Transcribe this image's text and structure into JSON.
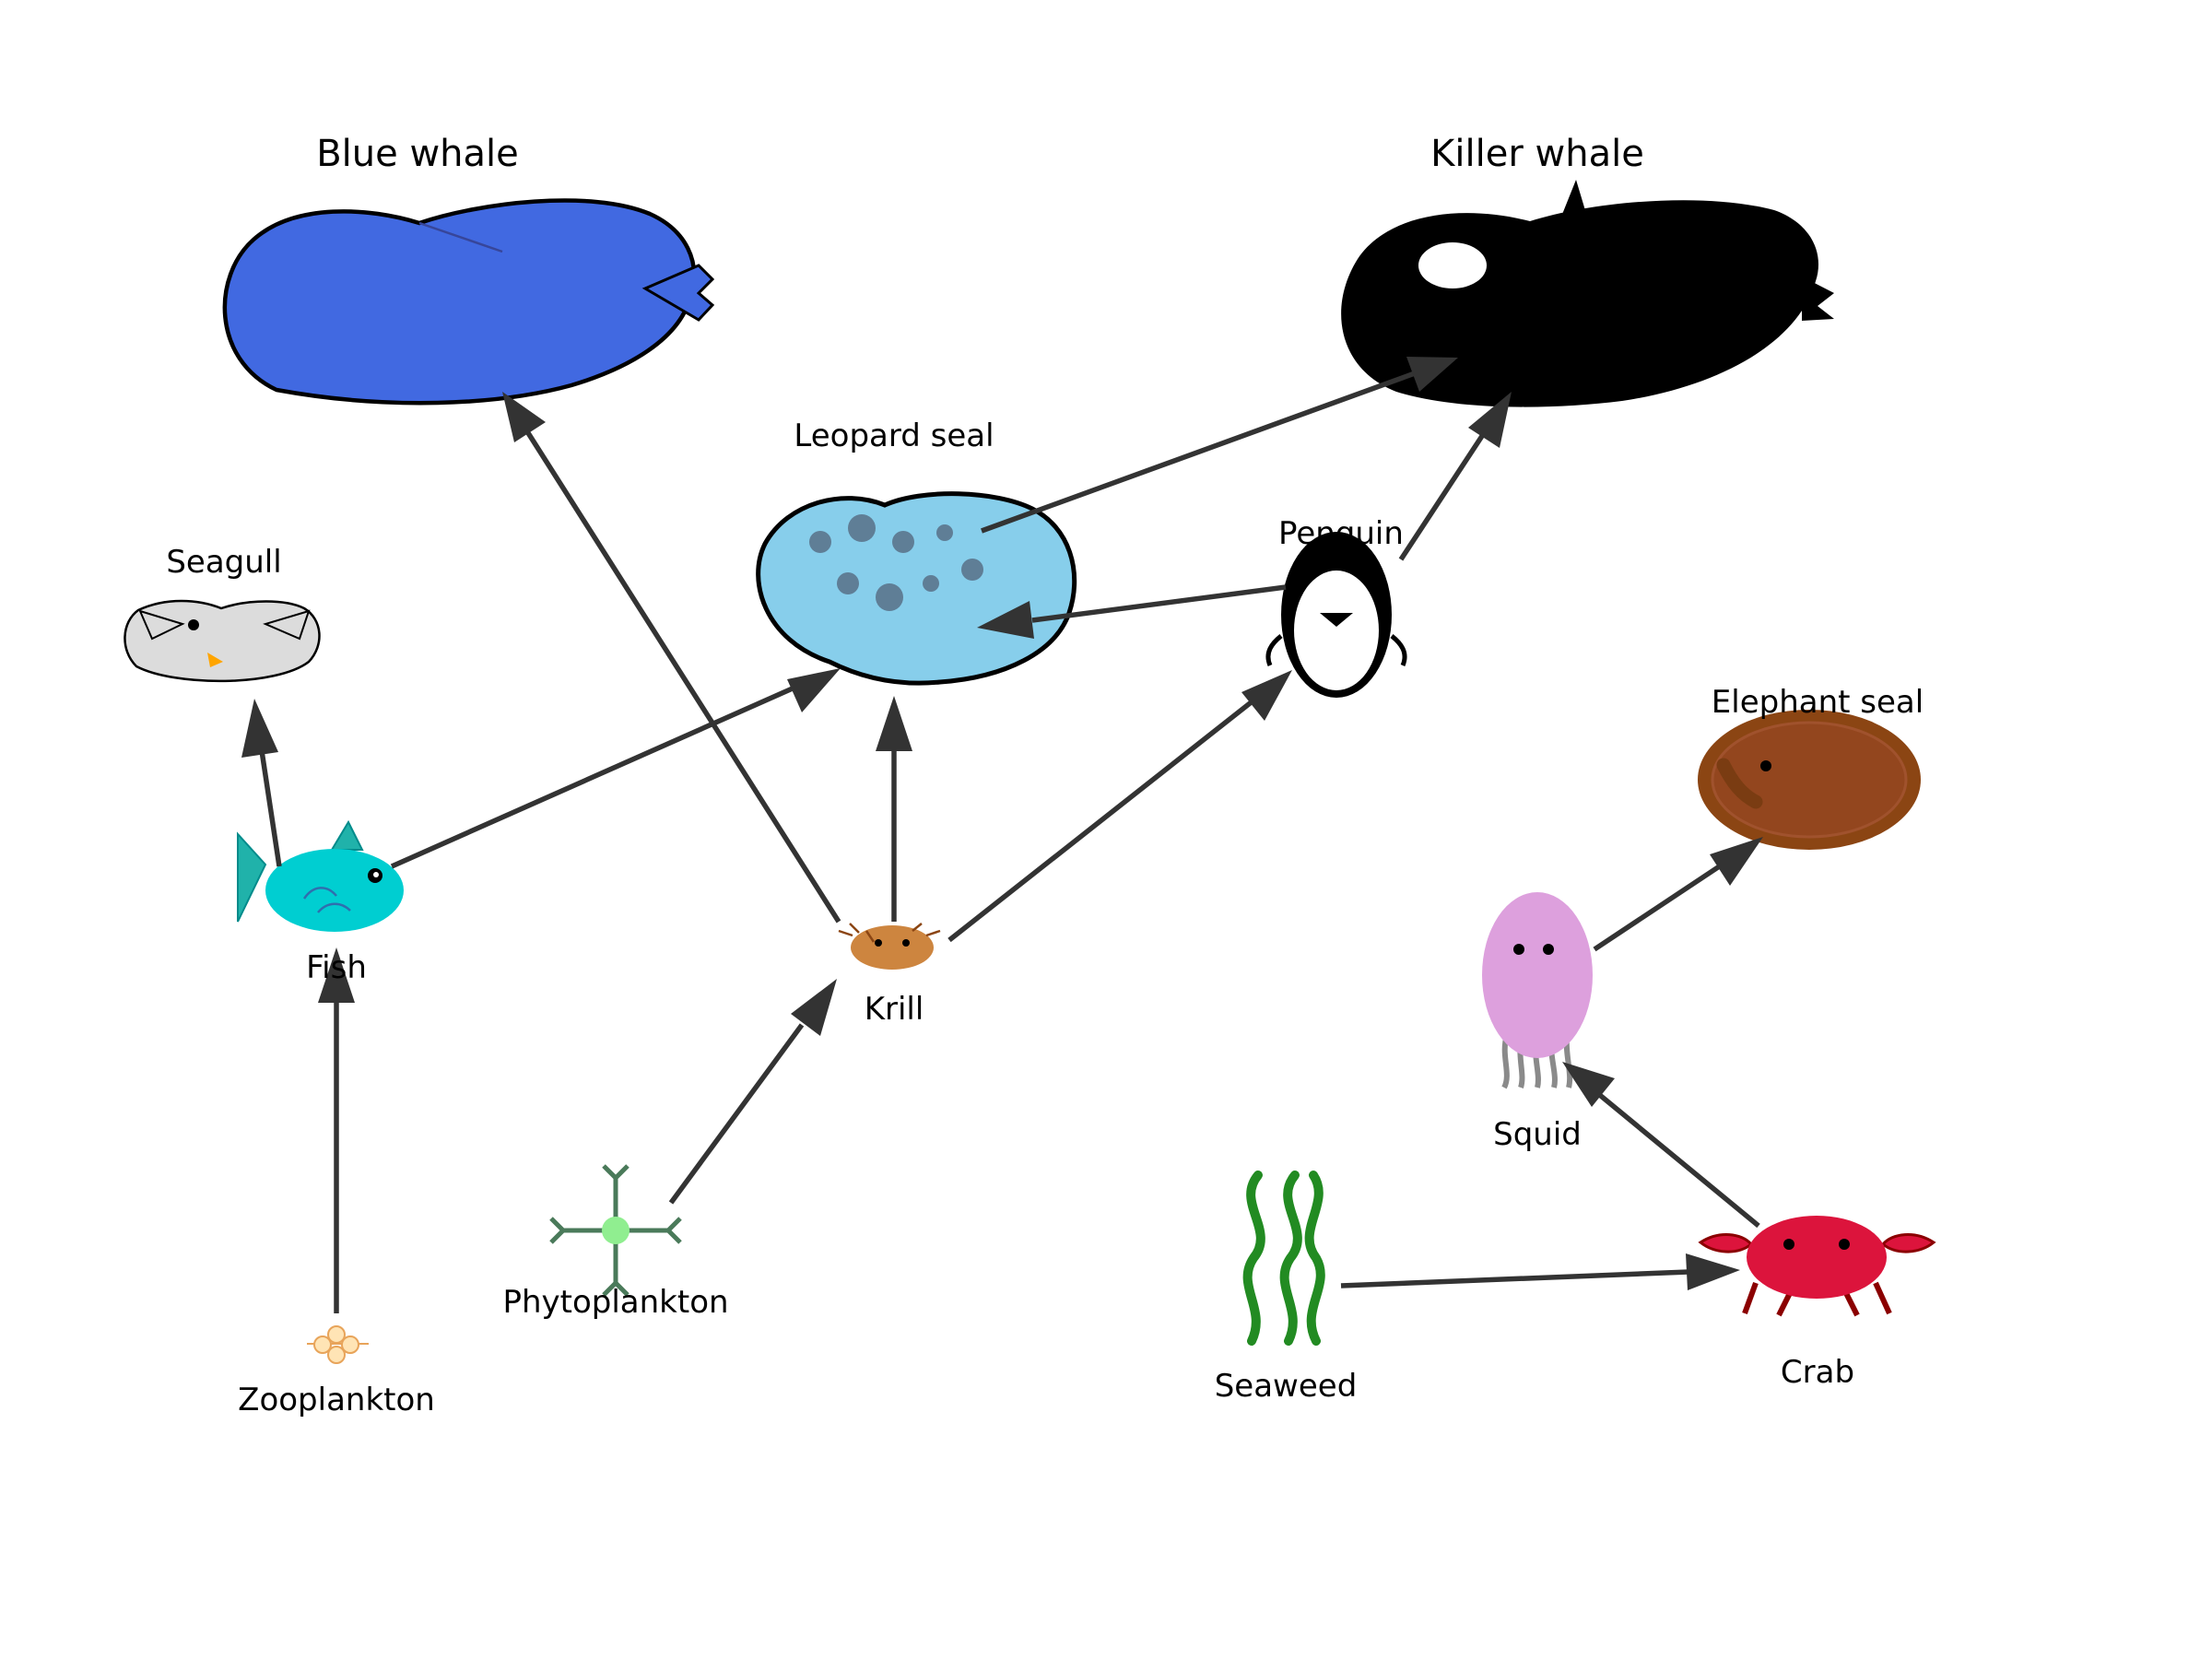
{
  "diagram": {
    "type": "food-web",
    "organisms": {
      "blue_whale": "Blue whale",
      "killer_whale": "Killer whale",
      "leopard_seal": "Leopard seal",
      "seagull": "Seagull",
      "penguin": "Penguin",
      "elephant_seal": "Elephant seal",
      "fish": "Fish",
      "krill": "Krill",
      "squid": "Squid",
      "phytoplankton": "Phytoplankton",
      "zooplankton": "Zooplankton",
      "seaweed": "Seaweed",
      "crab": "Crab"
    },
    "links": [
      {
        "from": "Zooplankton",
        "to": "Fish"
      },
      {
        "from": "Fish",
        "to": "Seagull"
      },
      {
        "from": "Fish",
        "to": "Leopard seal"
      },
      {
        "from": "Phytoplankton",
        "to": "Krill"
      },
      {
        "from": "Krill",
        "to": "Blue whale"
      },
      {
        "from": "Krill",
        "to": "Leopard seal"
      },
      {
        "from": "Krill",
        "to": "Penguin"
      },
      {
        "from": "Penguin",
        "to": "Leopard seal"
      },
      {
        "from": "Penguin",
        "to": "Killer whale"
      },
      {
        "from": "Leopard seal",
        "to": "Killer whale"
      },
      {
        "from": "Seaweed",
        "to": "Crab"
      },
      {
        "from": "Crab",
        "to": "Squid"
      },
      {
        "from": "Squid",
        "to": "Elephant seal"
      }
    ],
    "colors": {
      "arrow": "#333333",
      "blue_whale": "#4169e1",
      "killer_whale": "#000000",
      "leopard_seal": "#87ceeb",
      "seagull": "#dcdcdc",
      "fish": "#00ced1",
      "krill": "#cd853f",
      "squid": "#dda0dd",
      "elephant_seal": "#8b4513",
      "crab": "#dc143c",
      "seaweed": "#228b22",
      "phytoplankton": "#90ee90",
      "zooplankton": "#ffe4b5"
    }
  }
}
